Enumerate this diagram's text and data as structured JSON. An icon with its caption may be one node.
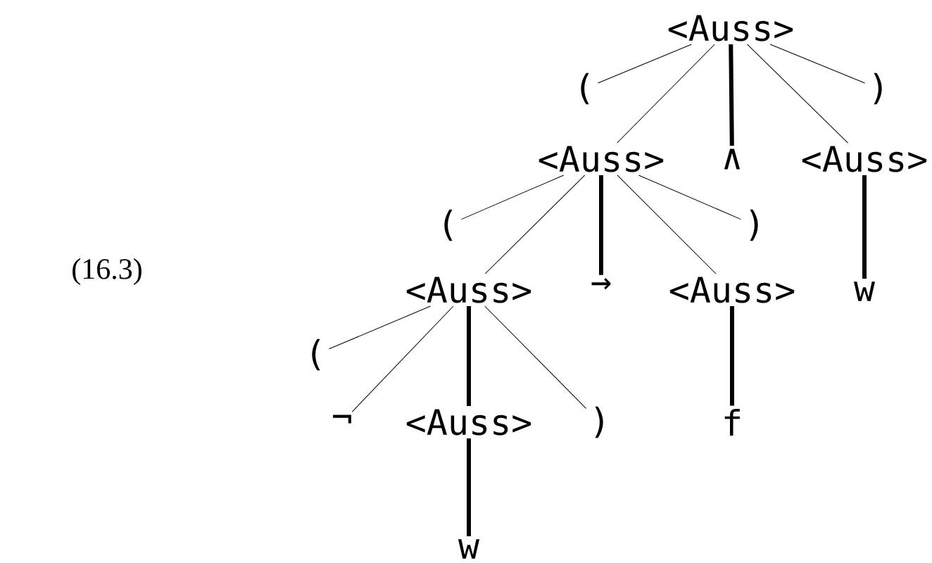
{
  "diagram": {
    "nodes": [
      {
        "text": [
          "<Auss>"
        ]
      },
      {
        "text": [
          "("
        ]
      },
      {
        "text": [
          ")"
        ]
      },
      {
        "text": [
          "<Auss>"
        ]
      },
      {
        "text": [
          "∧"
        ]
      },
      {
        "text": [
          "<Auss>"
        ]
      },
      {
        "text": [
          "("
        ]
      },
      {
        "text": [
          ")"
        ]
      },
      {
        "text": [
          "<Auss>"
        ]
      },
      {
        "text": [
          "→"
        ]
      },
      {
        "text": [
          "<Auss>"
        ]
      },
      {
        "text": [
          "w"
        ]
      },
      {
        "text": [
          "("
        ]
      },
      {
        "text": [
          "¬"
        ]
      },
      {
        "text": [
          "<Auss>"
        ]
      },
      {
        "text": [
          ")"
        ]
      },
      {
        "text": [
          "f"
        ]
      },
      {
        "text": [
          "w"
        ]
      }
    ],
    "edges": [
      {
        "from": 0,
        "to": 1,
        "arrow": "none"
      },
      {
        "from": 0,
        "to": 3,
        "arrow": "none"
      },
      {
        "from": 0,
        "to": 4,
        "arrow": "none",
        "style": "thick"
      },
      {
        "from": 0,
        "to": 5,
        "arrow": "none"
      },
      {
        "from": 0,
        "to": 2,
        "arrow": "none"
      },
      {
        "from": 3,
        "to": 6,
        "arrow": "none"
      },
      {
        "from": 3,
        "to": 8,
        "arrow": "none"
      },
      {
        "from": 3,
        "to": 9,
        "arrow": "none",
        "style": "thick"
      },
      {
        "from": 3,
        "to": 10,
        "arrow": "none"
      },
      {
        "from": 3,
        "to": 7,
        "arrow": "none"
      },
      {
        "from": 5,
        "to": 11,
        "arrow": "none",
        "style": "thick"
      },
      {
        "from": 8,
        "to": 12,
        "arrow": "none"
      },
      {
        "from": 8,
        "to": 13,
        "arrow": "none"
      },
      {
        "from": 8,
        "to": 14,
        "arrow": "none",
        "style": "thick"
      },
      {
        "from": 8,
        "to": 15,
        "arrow": "none"
      },
      {
        "from": 10,
        "to": 16,
        "arrow": "none",
        "style": "thick"
      },
      {
        "from": 14,
        "to": 17,
        "arrow": "none",
        "style": "thick"
      }
    ],
    "labels": [
      "(16.3)"
    ]
  }
}
